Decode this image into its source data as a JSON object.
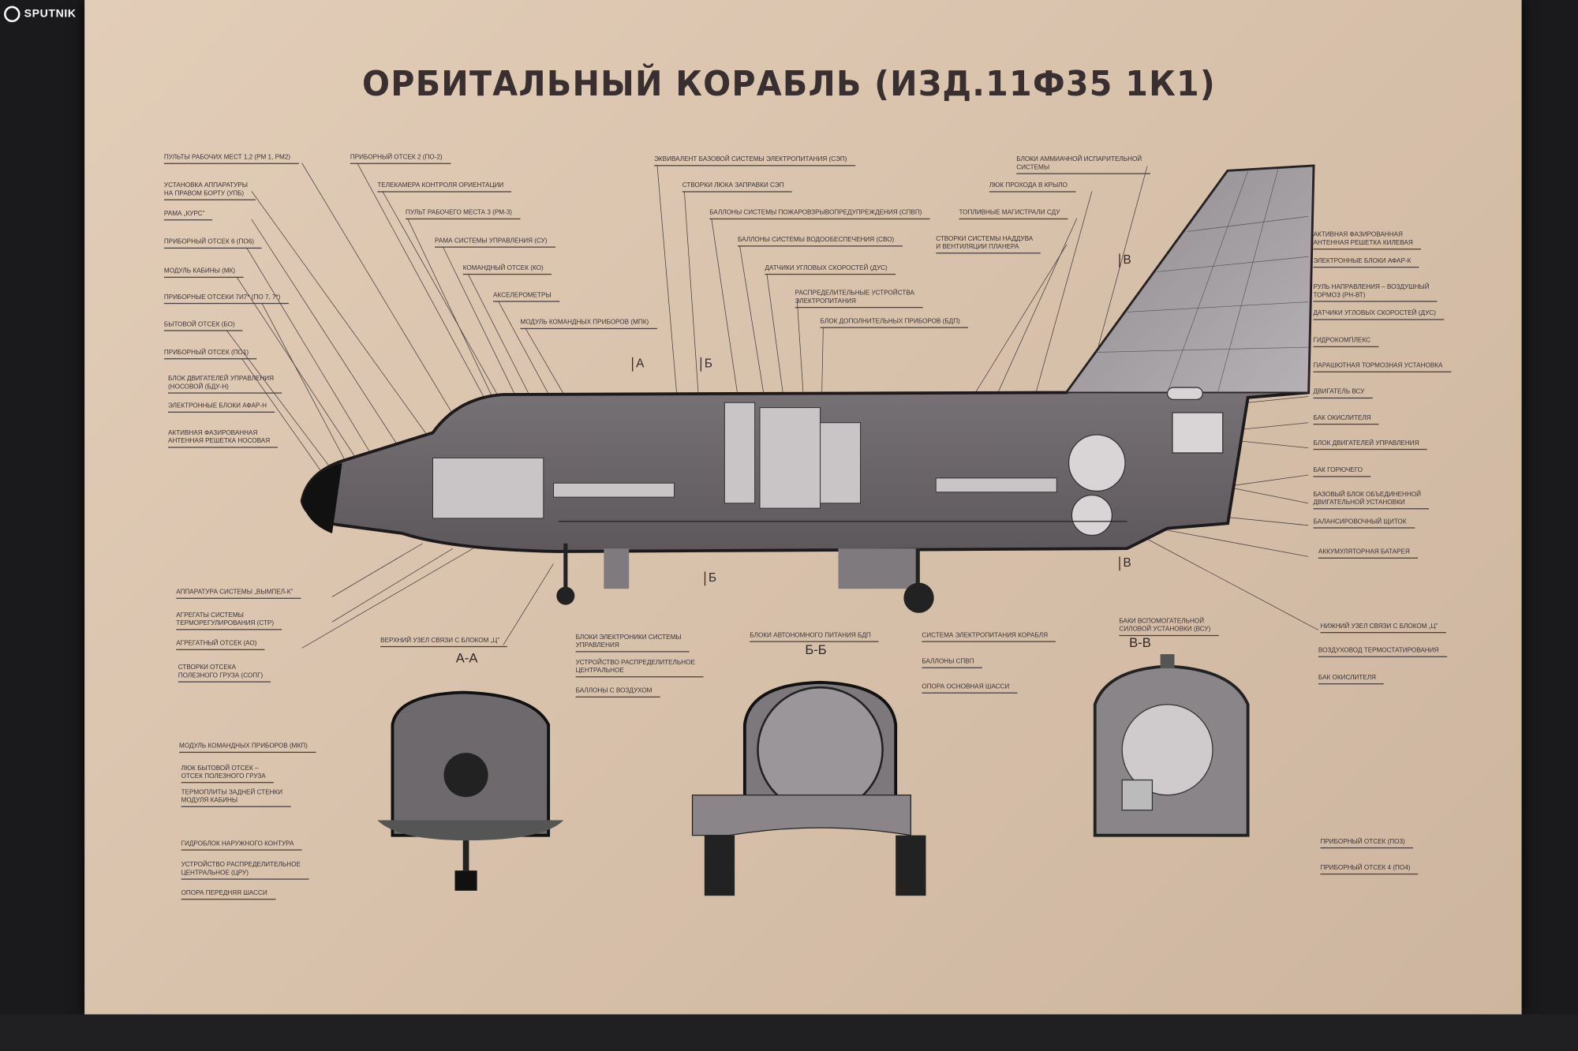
{
  "logo": "SPUTNIK",
  "title": "ОРБИТАЛЬНЫЙ КОРАБЛЬ (ИЗД.11Ф35 1К1)",
  "labels": {
    "left": [
      "ПУЛЬТЫ РАБОЧИХ МЕСТ 1,2 (РМ 1, РМ2)",
      "УСТАНОВКА АППАРАТУРЫ\nНА ПРАВОМ БОРТУ (УПБ)",
      "РАМА „КУРС”",
      "ПРИБОРНЫЙ ОТСЕК 6 (ПО6)",
      "МОДУЛЬ КАБИНЫ (МК)",
      "ПРИБОРНЫЕ ОТСЕКИ 7и7* (ПО 7, 7*)",
      "БЫТОВОЙ ОТСЕК (БО)",
      "ПРИБОРНЫЙ ОТСЕК (ПО1)",
      "БЛОК ДВИГАТЕЛЕЙ УПРАВЛЕНИЯ\n(НОСОВОЙ (БДУ-Н)",
      "ЭЛЕКТРОННЫЕ БЛОКИ АФАР-Н",
      "АКТИВНАЯ ФАЗИРОВАННАЯ\nАНТЕННАЯ РЕШЕТКА НОСОВАЯ"
    ],
    "upper_left": [
      "ПРИБОРНЫЙ ОТСЕК 2 (ПО-2)",
      "ТЕЛЕКАМЕРА КОНТРОЛЯ ОРИЕНТАЦИИ",
      "ПУЛЬТ РАБОЧЕГО МЕСТА 3 (РМ-3)",
      "РАМА СИСТЕМЫ УПРАВЛЕНИЯ (СУ)",
      "КОМАНДНЫЙ ОТСЕК (КО)",
      "АКСЕЛЕРОМЕТРЫ",
      "МОДУЛЬ КОМАНДНЫХ ПРИБОРОВ (МПК)"
    ],
    "upper_middle": [
      "ЭКВИВАЛЕНТ БАЗОВОЙ СИСТЕМЫ ЭЛЕКТРОПИТАНИЯ (СЭП)",
      "СТВОРКИ ЛЮКА ЗАПРАВКИ СЭП",
      "БАЛЛОНЫ СИСТЕМЫ ПОЖАРОВЗРЫВОПРЕДУПРЕЖДЕНИЯ (СПВП)",
      "БАЛЛОНЫ СИСТЕМЫ ВОДООБЕСПЕЧЕНИЯ (СВО)",
      "ДАТЧИКИ УГЛОВЫХ СКОРОСТЕЙ (ДУС)",
      "РАСПРЕДЕЛИТЕЛЬНЫЕ УСТРОЙСТВА\nЭЛЕКТРОПИТАНИЯ",
      "БЛОК ДОПОЛНИТЕЛЬНЫХ ПРИБОРОВ (БДП)"
    ],
    "upper_right": [
      "БЛОКИ АММИАЧНОЙ ИСПАРИТЕЛЬНОЙ\nСИСТЕМЫ",
      "ЛЮК ПРОХОДА В КРЫЛО",
      "ТОПЛИВНЫЕ МАГИСТРАЛИ СДУ",
      "СТВОРКИ СИСТЕМЫ НАДДУВА\nИ ВЕНТИЛЯЦИИ ПЛАНЕРА"
    ],
    "right": [
      "АКТИВНАЯ ФАЗИРОВАННАЯ\nАНТЕННАЯ РЕШЕТКА КИЛЕВАЯ",
      "ЭЛЕКТРОННЫЕ БЛОКИ АФАР-К",
      "РУЛЬ НАПРАВЛЕНИЯ – ВОЗДУШНЫЙ\nТОРМОЗ (РН-ВТ)",
      "ДАТЧИКИ УГЛОВЫХ СКОРОСТЕЙ (ДУС)",
      "ГИДРОКОМПЛЕКС",
      "ПАРАШЮТНАЯ ТОРМОЗНАЯ УСТАНОВКА",
      "ДВИГАТЕЛЬ ВСУ",
      "БАК ОКИСЛИТЕЛЯ",
      "БЛОК ДВИГАТЕЛЕЙ УПРАВЛЕНИЯ",
      "БАК ГОРЮЧЕГО",
      "БАЗОВЫЙ БЛОК ОБЪЕДИНЕННОЙ\nДВИГАТЕЛЬНОЙ УСТАНОВКИ",
      "БАЛАНСИРОВОЧНЫЙ ЩИТОК",
      "АККУМУЛЯТОРНАЯ БАТАРЕЯ"
    ],
    "lower": [
      "АППАРАТУРА СИСТЕМЫ „ВЫМПЕЛ-К”",
      "АГРЕГАТЫ СИСТЕМЫ\nТЕРМОРЕГУЛИРОВАНИЯ (СТР)",
      "АГРЕГАТНЫЙ ОТСЕК (АО)",
      "ВЕРХНИЙ УЗЕЛ СВЯЗИ С БЛОКОМ „Ц”",
      "НИЖНИЙ УЗЕЛ СВЯЗИ С БЛОКОМ „Ц”"
    ],
    "section_aa": [
      "СТВОРКИ ОТСЕКА\nПОЛЕЗНОГО ГРУЗА (СОПГ)",
      "МОДУЛЬ КОМАНДНЫХ ПРИБОРОВ (МКП)",
      "ЛЮК БЫТОВОЙ ОТСЕК –\nОТСЕК ПОЛЕЗНОГО ГРУЗА",
      "ТЕРМОПЛИТЫ ЗАДНЕЙ СТЕНКИ\nМОДУЛЯ КАБИНЫ",
      "ГИДРОБЛОК НАРУЖНОГО КОНТУРА",
      "УСТРОЙСТВО РАСПРЕДЕЛИТЕЛЬНОЕ\nЦЕНТРАЛЬНОЕ (ЦРУ)",
      "ОПОРА ПЕРЕДНЯЯ ШАССИ",
      "БЛОКИ ЭЛЕКТРОНИКИ СИСТЕМЫ\nУПРАВЛЕНИЯ",
      "УСТРОЙСТВО РАСПРЕДЕЛИТЕЛЬНОЕ\nЦЕНТРАЛЬНОЕ",
      "БАЛЛОНЫ С ВОЗДУХОМ"
    ],
    "section_bb": [
      "БЛОКИ АВТОНОМНОГО ПИТАНИЯ БДП",
      "СИСТЕМА ЭЛЕКТРОПИТАНИЯ КОРАБЛЯ",
      "БАЛЛОНЫ СПВП",
      "ОПОРА ОСНОВНАЯ ШАССИ"
    ],
    "section_vv": [
      "БАКИ ВСПОМОГАТЕЛЬНОЙ\nСИЛОВОЙ УСТАНОВКИ (ВСУ)",
      "ВОЗДУХОВОД ТЕРМОСТАТИРОВАНИЯ",
      "БАК ОКИСЛИТЕЛЯ",
      "ПРИБОРНЫЙ ОТСЕК (ПО3)",
      "ПРИБОРНЫЙ ОТСЕК 4 (ПО4)"
    ]
  },
  "sections": {
    "aa": "А-А",
    "bb": "Б-Б",
    "vv": "В-В"
  },
  "cuts": {
    "a": "А",
    "b": "Б",
    "v": "В"
  }
}
